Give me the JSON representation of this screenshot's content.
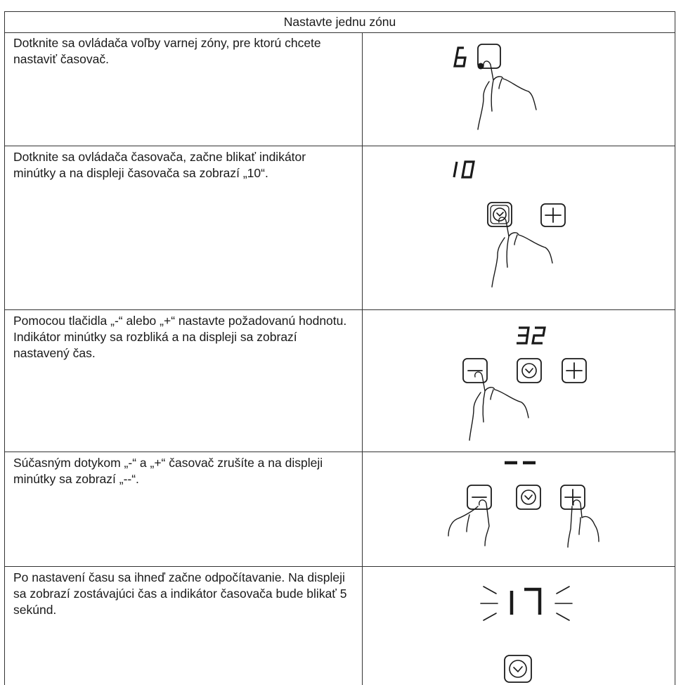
{
  "table": {
    "header": "Nastavte jednu zónu",
    "rows": [
      {
        "text": "Dotknite sa ovládača voľby varnej zóny, pre ktorú chcete nastaviť časovač.",
        "display": "6"
      },
      {
        "text": "Dotknite sa ovládača časovača, začne blikať indikátor minútky a na displeji časovača sa zobrazí „10“.",
        "display": "10"
      },
      {
        "text": "Pomocou tlačidla „-“ alebo „+“ nastavte požadovanú hodnotu. Indikátor minútky sa rozbliká a na displeji sa zobrazí nastavený čas.",
        "display": "32"
      },
      {
        "text": "Súčasným dotykom „-“ a „+“ časovač zrušíte a na displeji minútky sa zobrazí „--“.",
        "display": "--"
      },
      {
        "text": "Po nastavení času sa ihneď začne odpočítavanie. Na displeji sa zobrazí zostávajúci čas a indikátor časovača bude blikať 5 sekúnd.",
        "display": "17"
      }
    ]
  },
  "icons": [
    "zone-select-button-icon",
    "timer-clock-icon",
    "minus-button-icon",
    "plus-button-icon",
    "hand-pointer-icon"
  ]
}
